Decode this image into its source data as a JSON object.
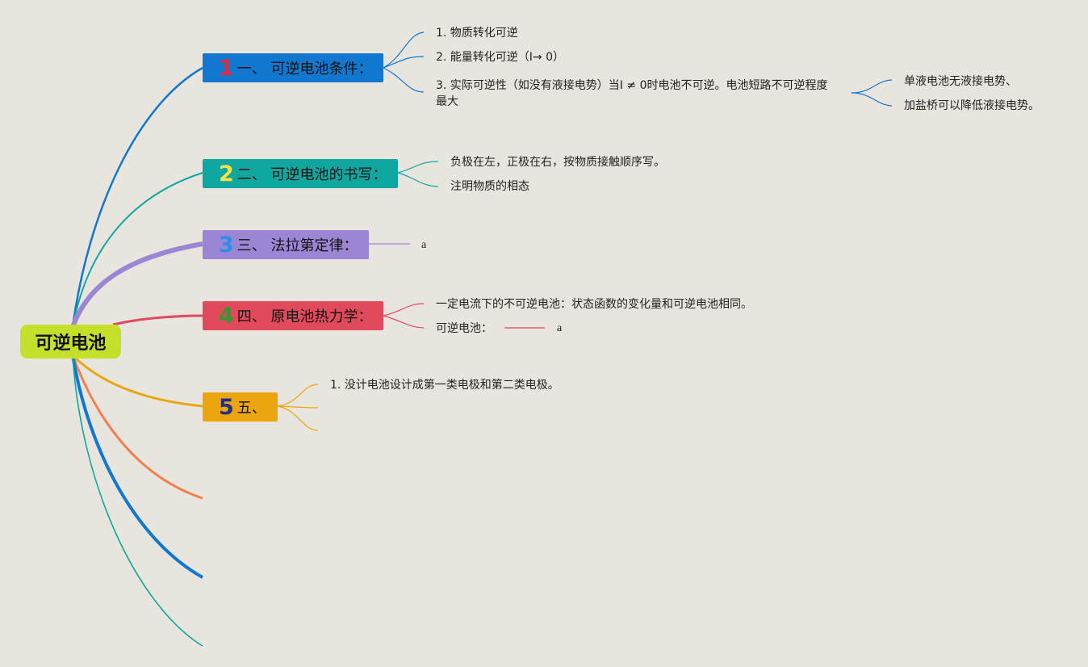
{
  "root": {
    "label": "可逆电池",
    "color": "#c6df2b"
  },
  "branches": [
    {
      "number": "1",
      "title": "一、 可逆电池条件：",
      "box_color": "#1278cf",
      "num_color": "#e8283a",
      "leaves": [
        "1. 物质转化可逆",
        "2. 能量转化可逆（I→ 0）",
        "3. 实际可逆性（如没有液接电势）当I ≠ 0时电池不可逆。电池短路不可逆程度最大"
      ],
      "subleaves": [
        "单液电池无液接电势、",
        "加盐桥可以降低液接电势。"
      ]
    },
    {
      "number": "2",
      "title": "二、 可逆电池的书写：",
      "box_color": "#0fa7a0",
      "num_color": "#f2e34a",
      "leaves": [
        "负极在左，正极在右，按物质接触顺序写。",
        "注明物质的相态"
      ]
    },
    {
      "number": "3",
      "title": "三、 法拉第定律：",
      "box_color": "#9b86d6",
      "num_color": "#2a8fe8",
      "leaves": [
        "a"
      ]
    },
    {
      "number": "4",
      "title": "四、 原电池热力学：",
      "box_color": "#e04a5b",
      "num_color": "#2f9a2f",
      "leaves": [
        "一定电流下的不可逆电池：状态函数的变化量和可逆电池相同。",
        "可逆电池：",
        "a"
      ]
    },
    {
      "number": "5",
      "title": "五、",
      "box_color": "#eba50e",
      "num_color": "#1f2f8a",
      "leaves": [
        "1. 没计电池设计成第一类电极和第二类电极。"
      ]
    }
  ],
  "extra_branch_colors": [
    "#f08050",
    "#1278cf",
    "#0fa7a0"
  ]
}
